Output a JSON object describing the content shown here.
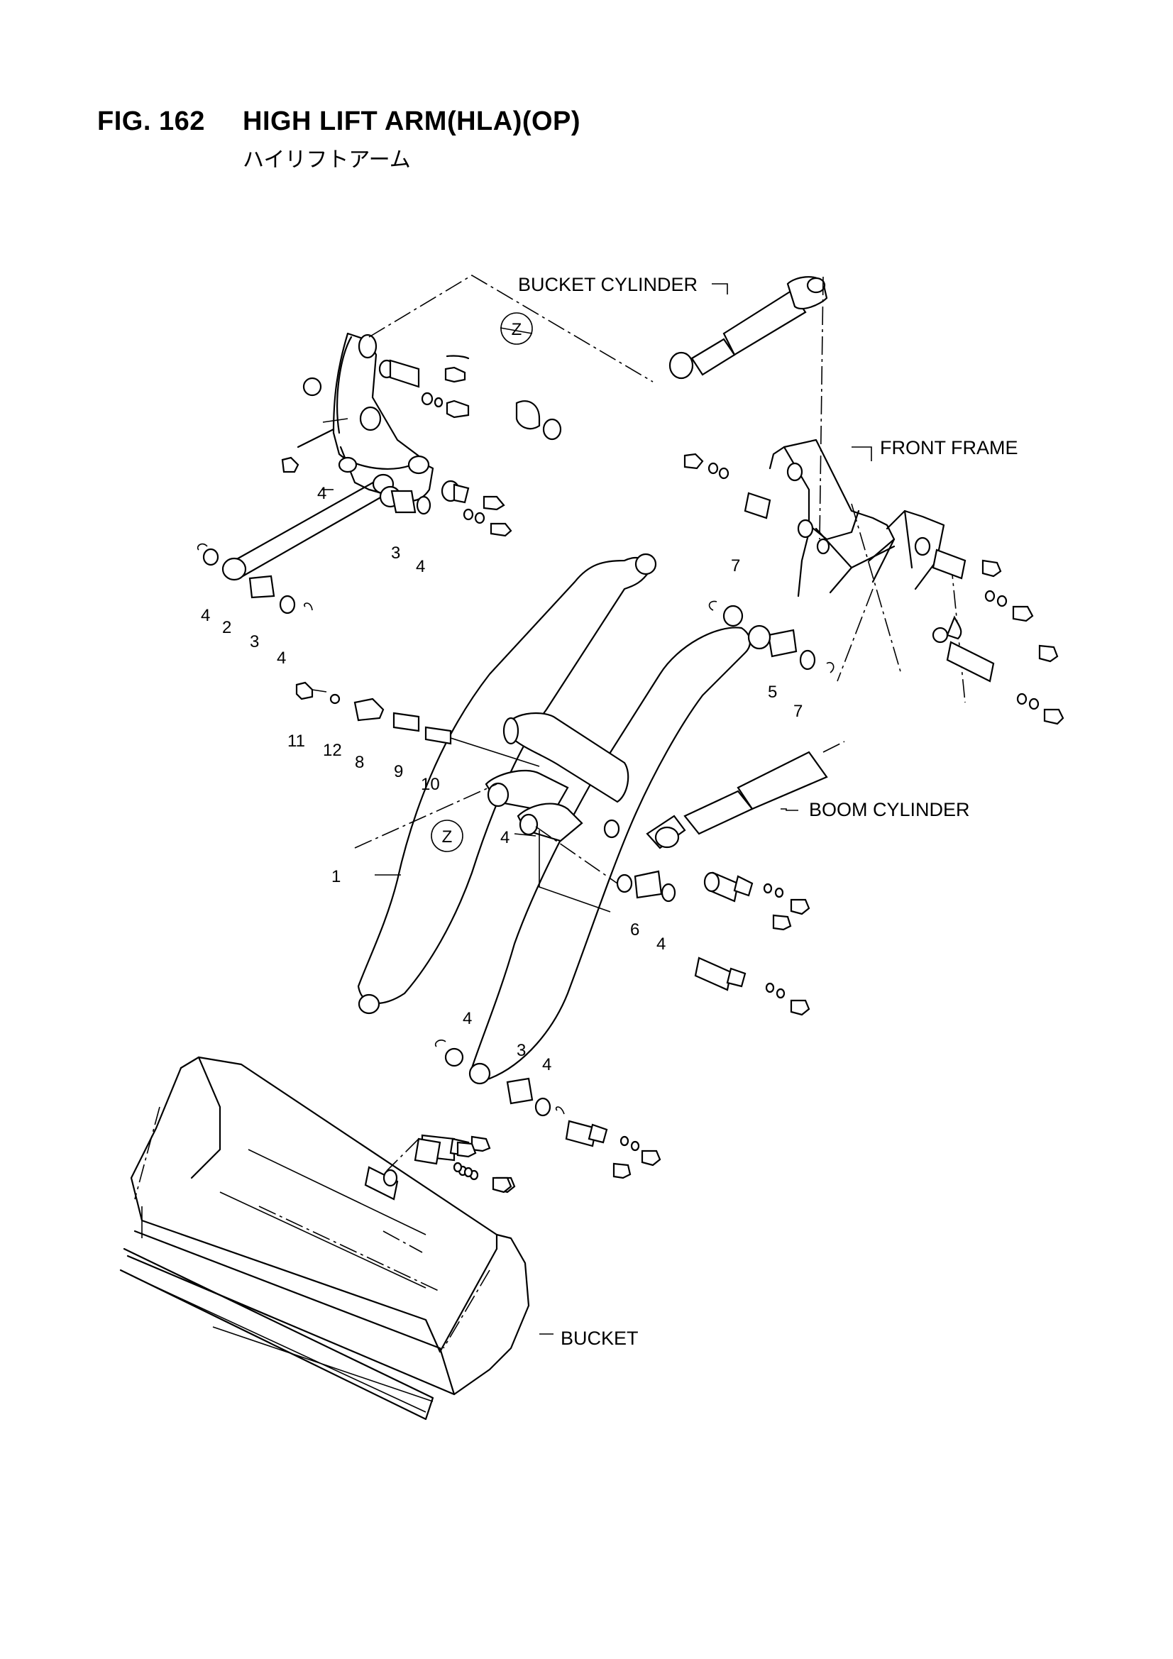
{
  "figure": {
    "number": "FIG. 162",
    "title": "HIGH LIFT ARM(HLA)(OP)",
    "subtitle": "ハイリフトアーム"
  },
  "assemblies": {
    "bucket_cylinder": "BUCKET CYLINDER",
    "front_frame": "FRONT FRAME",
    "boom_cylinder": "BOOM CYLINDER",
    "bucket": "BUCKET"
  },
  "zone_markers": [
    "Z",
    "Z"
  ],
  "callouts": [
    "4",
    "3",
    "4",
    "4",
    "2",
    "3",
    "4",
    "11",
    "12",
    "8",
    "9",
    "10",
    "1",
    "4",
    "7",
    "5",
    "7",
    "6",
    "4",
    "4",
    "3",
    "4"
  ]
}
